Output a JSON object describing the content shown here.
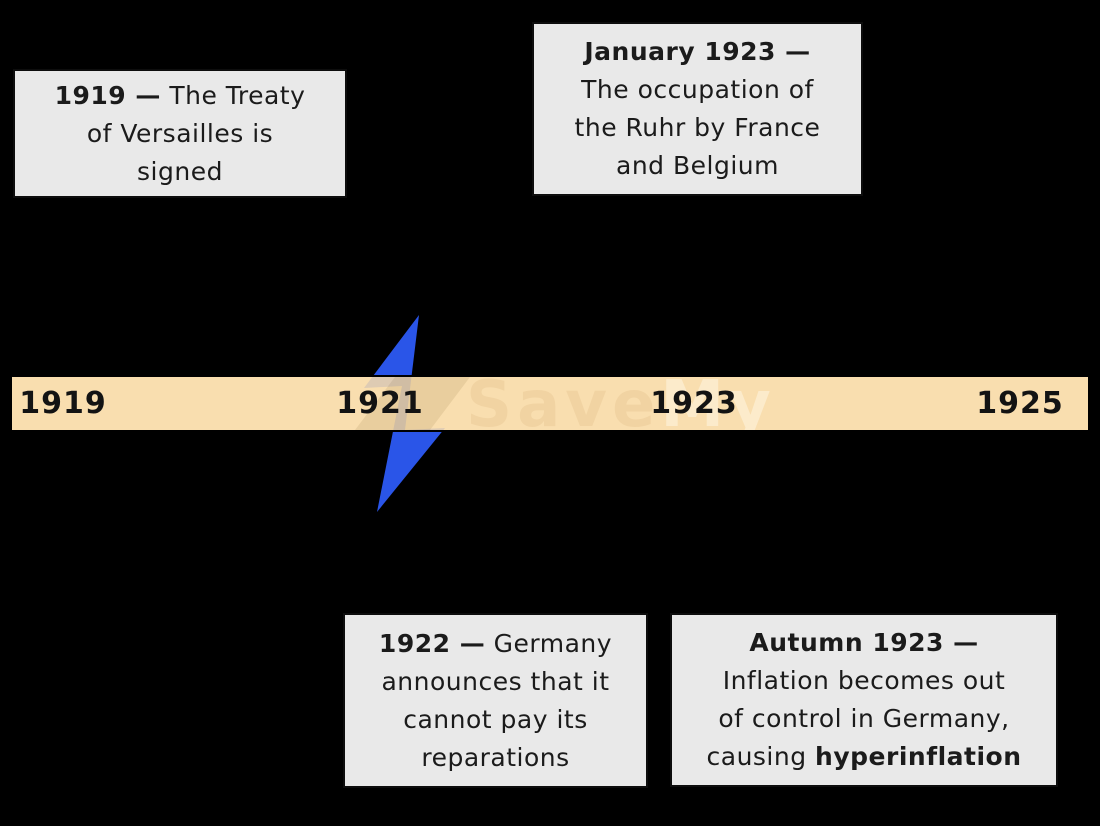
{
  "canvas": {
    "background_color": "#000000"
  },
  "timeline": {
    "bar_color": "#f9deaf",
    "years": [
      "1919",
      "1921",
      "1923",
      "1925"
    ]
  },
  "watermark": {
    "bolt_color": "#2a55e8",
    "text_primary": "Save",
    "text_secondary": "My"
  },
  "events": [
    {
      "name": "treaty-of-versailles",
      "segments": [
        {
          "text": "1919 —",
          "bold": true
        },
        {
          "text": " The Treaty",
          "break": true
        },
        {
          "text": "of Versailles is",
          "break": true
        },
        {
          "text": "signed"
        }
      ]
    },
    {
      "name": "occupation-of-ruhr",
      "segments": [
        {
          "text": "January 1923 —",
          "bold": true,
          "break": true
        },
        {
          "text": "The occupation of",
          "break": true
        },
        {
          "text": "the Ruhr by France",
          "break": true
        },
        {
          "text": "and Belgium"
        }
      ]
    },
    {
      "name": "reparations-announcement",
      "segments": [
        {
          "text": "1922 —",
          "bold": true
        },
        {
          "text": " Germany",
          "break": true
        },
        {
          "text": "announces that it",
          "break": true
        },
        {
          "text": "cannot pay its",
          "break": true
        },
        {
          "text": "reparations"
        }
      ]
    },
    {
      "name": "hyperinflation",
      "segments": [
        {
          "text": "Autumn 1923 —",
          "bold": true,
          "break": true
        },
        {
          "text": "Inflation becomes out",
          "break": true
        },
        {
          "text": "of control in Germany,",
          "break": true
        },
        {
          "text": "causing "
        },
        {
          "text": "hyperinflation",
          "bold": true
        }
      ]
    }
  ]
}
